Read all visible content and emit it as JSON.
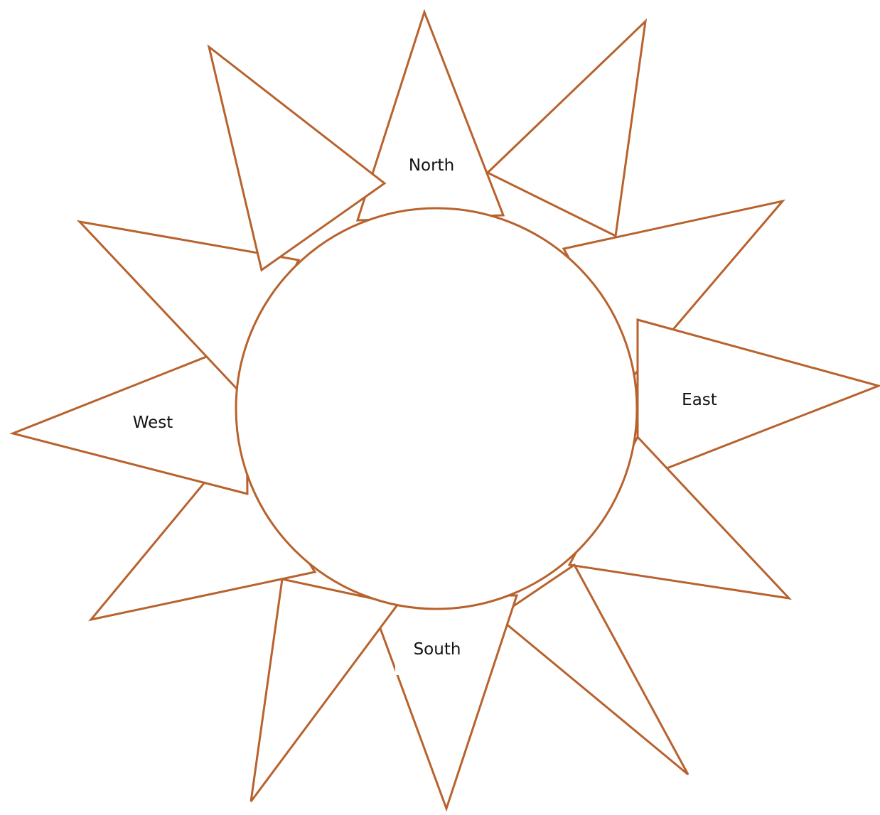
{
  "colors": {
    "outline": "#b8622d",
    "fill": "#ffffff",
    "text": "#111111"
  },
  "labels": {
    "north": "North",
    "east": "East",
    "south": "South",
    "west": "West"
  }
}
